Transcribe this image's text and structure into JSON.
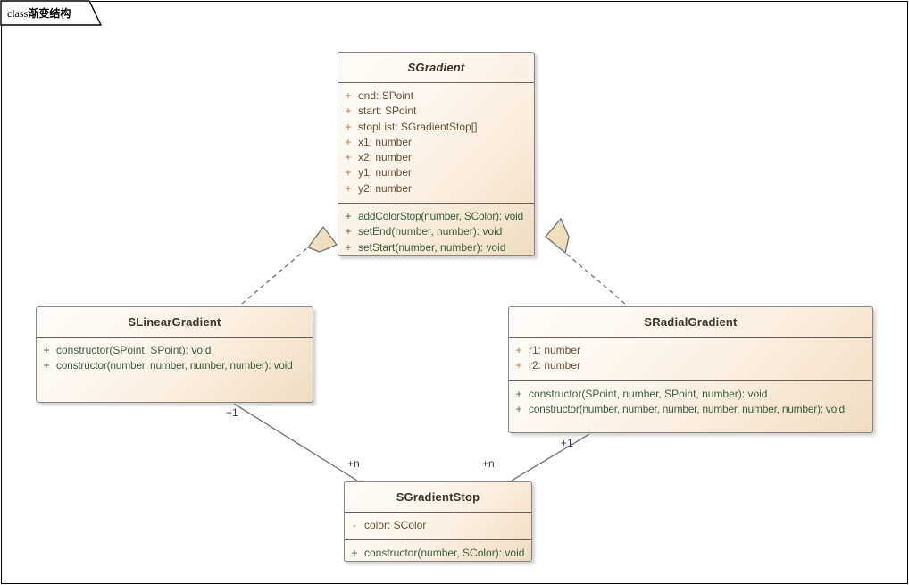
{
  "diagram": {
    "tab_keyword": "class",
    "tab_name": "渐变结构",
    "type": "uml-class-diagram"
  },
  "classes": {
    "sgradient": {
      "name": "SGradient",
      "abstract": true,
      "attributes": [
        {
          "vis": "+",
          "text": "end: SPoint"
        },
        {
          "vis": "+",
          "text": "start: SPoint"
        },
        {
          "vis": "+",
          "text": "stopList: SGradientStop[]"
        },
        {
          "vis": "+",
          "text": "x1: number"
        },
        {
          "vis": "+",
          "text": "x2: number"
        },
        {
          "vis": "+",
          "text": "y1: number"
        },
        {
          "vis": "+",
          "text": "y2: number"
        }
      ],
      "operations": [
        {
          "vis": "+",
          "text": "addColorStop(number, SColor): void"
        },
        {
          "vis": "+",
          "text": "setEnd(number, number): void"
        },
        {
          "vis": "+",
          "text": "setStart(number, number): void"
        }
      ]
    },
    "slineargradient": {
      "name": "SLinearGradient",
      "abstract": false,
      "attributes": [],
      "operations": [
        {
          "vis": "+",
          "text": "constructor(SPoint, SPoint): void"
        },
        {
          "vis": "+",
          "text": "constructor(number, number, number, number): void"
        }
      ]
    },
    "sradialgradient": {
      "name": "SRadialGradient",
      "abstract": false,
      "attributes": [
        {
          "vis": "+",
          "text": "r1: number"
        },
        {
          "vis": "+",
          "text": "r2: number"
        }
      ],
      "operations": [
        {
          "vis": "+",
          "text": "constructor(SPoint, number, SPoint, number): void"
        },
        {
          "vis": "+",
          "text": "constructor(number, number, number, number, number, number): void"
        }
      ]
    },
    "sgradientstop": {
      "name": "SGradientStop",
      "abstract": false,
      "attributes": [
        {
          "vis": "-",
          "text": "color: SColor"
        }
      ],
      "operations": [
        {
          "vis": "+",
          "text": "constructor(number, SColor): void"
        }
      ]
    }
  },
  "relations": {
    "linear_realizes_gradient": {
      "kind": "realization",
      "from": "SLinearGradient",
      "to": "SGradient"
    },
    "radial_realizes_gradient": {
      "kind": "realization",
      "from": "SRadialGradient",
      "to": "SGradient"
    },
    "linear_stop": {
      "kind": "association",
      "from": "SLinearGradient",
      "to": "SGradientStop",
      "from_multiplicity": "+1",
      "to_multiplicity": "+n"
    },
    "radial_stop": {
      "kind": "association",
      "from": "SRadialGradient",
      "to": "SGradientStop",
      "from_multiplicity": "+1",
      "to_multiplicity": "+n"
    }
  },
  "colors": {
    "box_fill_light": "#fdfaf7",
    "box_fill_dark": "#efdcc3",
    "box_border": "#8a8580",
    "attribute_text": "#6b4f33",
    "operation_text": "#3c5f41",
    "connector": "#7a7a76",
    "multiplicity_text": "#2d3c58",
    "arrow_fill": "#f0dfbe"
  }
}
